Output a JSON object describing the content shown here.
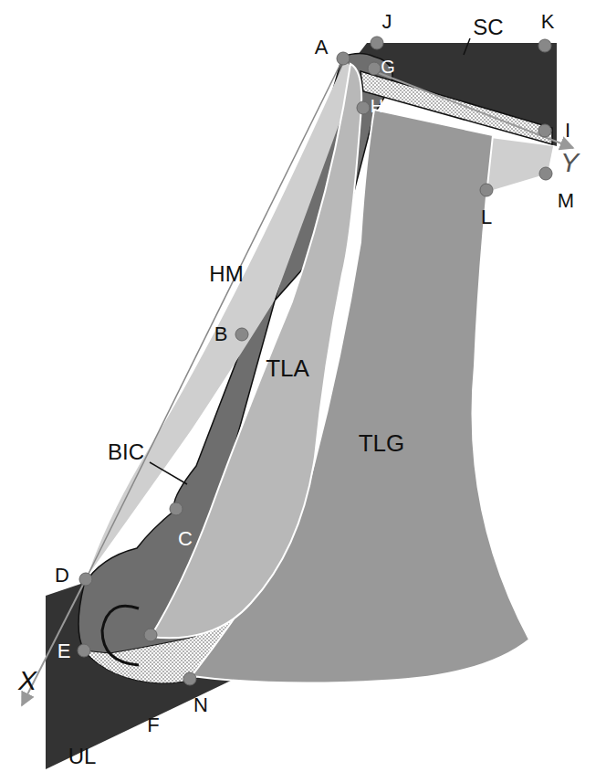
{
  "diagram": {
    "labels": [
      "A",
      "J",
      "SC",
      "K",
      "G",
      "H",
      "I",
      "Y",
      "HM",
      "L",
      "M",
      "B",
      "BIC",
      "TLA",
      "TLG",
      "C",
      "D",
      "X",
      "E",
      "N",
      "F",
      "UL"
    ]
  }
}
